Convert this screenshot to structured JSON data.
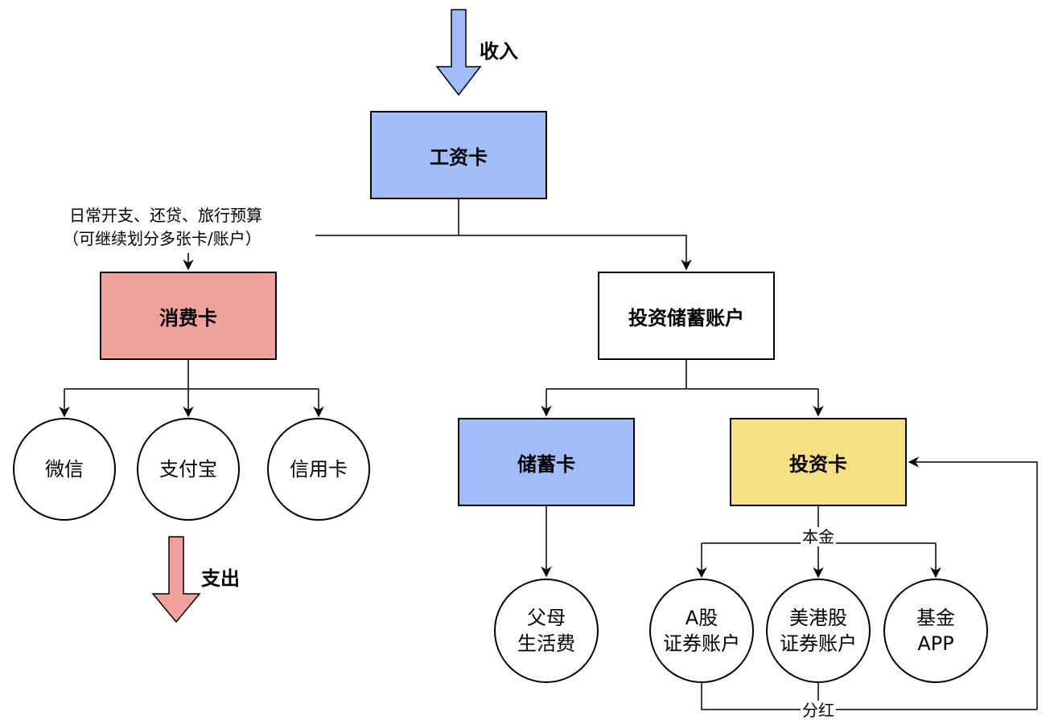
{
  "labels": {
    "income": "收入",
    "expense": "支出",
    "consumption_note_line1": "日常开支、还贷、旅行预算",
    "consumption_note_line2": "（可继续划分多张卡/账户）",
    "principal": "本金",
    "dividend": "分红"
  },
  "nodes": {
    "salary_card": "工资卡",
    "consumption_card": "消费卡",
    "investment_savings_account": "投资储蓄账户",
    "savings_card": "储蓄卡",
    "investment_card": "投资卡",
    "wechat": "微信",
    "alipay": "支付宝",
    "credit_card": "信用卡",
    "parents_line1": "父母",
    "parents_line2": "生活费",
    "a_share_line1": "A股",
    "a_share_line2": "证券账户",
    "us_hk_line1": "美港股",
    "us_hk_line2": "证券账户",
    "fund_line1": "基金",
    "fund_line2": "APP"
  },
  "colors": {
    "blue": "#a0bdfa",
    "red": "#f0a19b",
    "yellow": "#f7e082",
    "white": "#ffffff"
  }
}
